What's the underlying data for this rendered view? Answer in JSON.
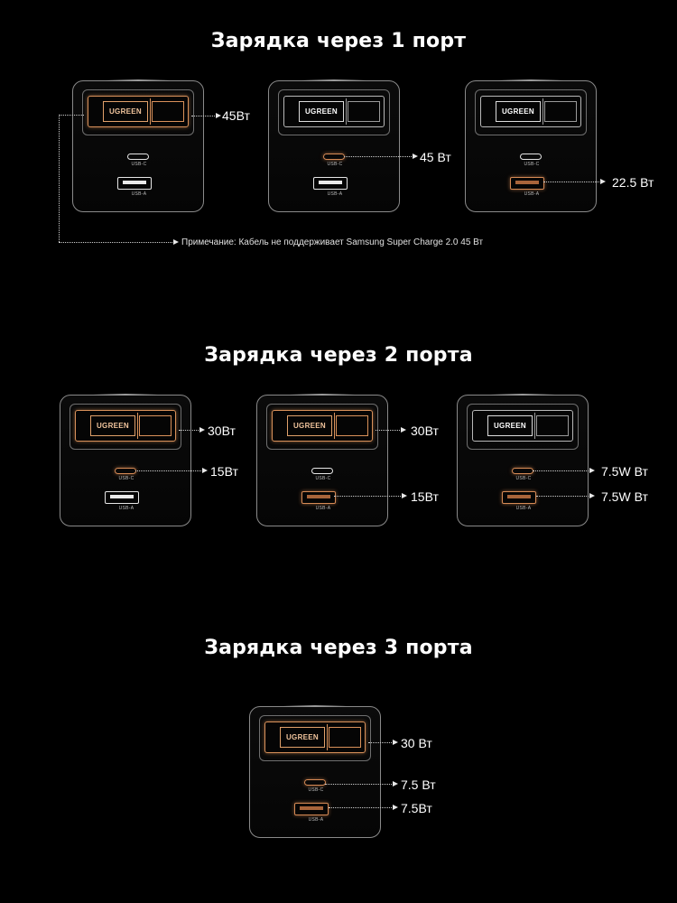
{
  "headings": {
    "one_port": "Зарядка через 1 порт",
    "two_ports": "Зарядка через 2 порта",
    "three_ports": "Зарядка через 3 порта"
  },
  "labels": {
    "brand": "UGREEN",
    "usb_c": "USB-C",
    "usb_a": "USB-A"
  },
  "note": "Примечание: Кабель не поддерживает Samsung Super Charge 2.0 45 Вт",
  "one_port": {
    "plug": "45Вт",
    "usb_c": "45 Вт",
    "usb_a": "22.5 Вт"
  },
  "two_ports": {
    "a_plug": "30Вт",
    "a_usb_c": "15Вт",
    "b_plug": "30Вт",
    "b_usb_a": "15Вт",
    "c_usb_c": "7.5W Вт",
    "c_usb_a": "7.5W Вт"
  },
  "three_ports": {
    "plug": "30 Вт",
    "usb_c": "7.5 Вт",
    "usb_a": "7.5Вт"
  },
  "colors": {
    "background": "#000000",
    "active_port": "#d68a55",
    "text": "#ffffff"
  }
}
